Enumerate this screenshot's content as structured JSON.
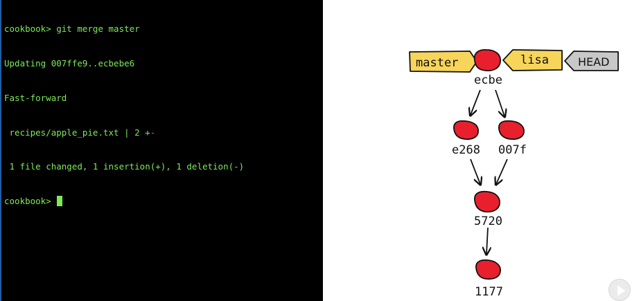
{
  "terminal": {
    "lines": {
      "l1": "cookbook> git merge master",
      "l2": "Updating 007ffe9..ecbebe6",
      "l3": "Fast-forward",
      "l4_file": " recipes/apple_pie.txt | 2 ",
      "l4_add": "+",
      "l4_del": "-",
      "l5": " 1 file changed, 1 insertion(+), 1 deletion(-)",
      "l6": "cookbook> "
    }
  },
  "diagram": {
    "refs": {
      "master": "master",
      "lisa": "lisa",
      "head": "HEAD"
    },
    "commits": {
      "c1": "ecbe",
      "c2": "e268",
      "c3": "007f",
      "c4": "5720",
      "c5": "1177"
    },
    "colors": {
      "commit_fill": "#e8202e",
      "branch_fill": "#f7d55a",
      "head_fill": "#c8c8c8"
    }
  },
  "player": {
    "icon": "play-icon"
  }
}
